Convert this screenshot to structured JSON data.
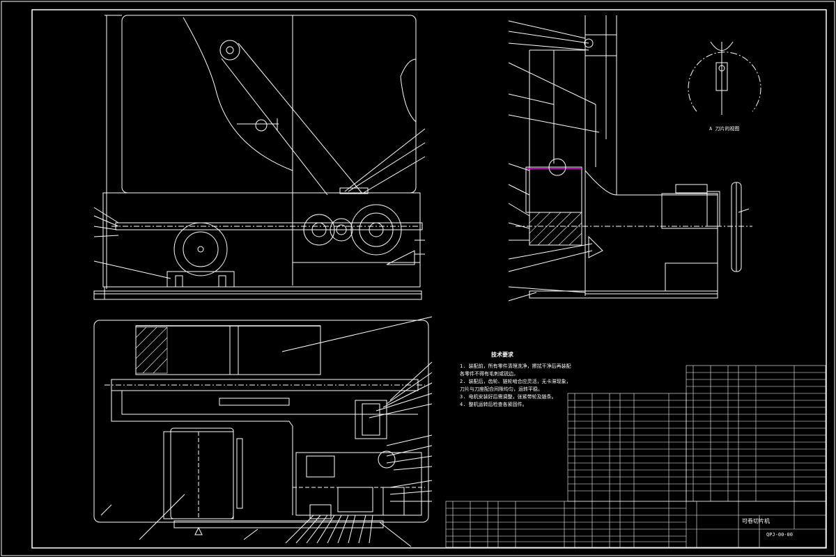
{
  "drawing": {
    "title_block": {
      "drawing_title": "可卷切片机",
      "drawing_number": "QPJ-00-00"
    },
    "detail_view_label": "A 刀片的视图",
    "notes": {
      "heading": "技术要求",
      "lines": [
        "1. 装配前，所有零件清理洗净，擦拭干净后再装配",
        "各零件不得有毛刺或锐边。",
        "2. 装配后，齿轮、链轮啮合应灵活，无卡滞现象，",
        "刀片与刀座配合间隙均匀，运转平稳。",
        "3. 电机安装好后需调整，张紧带轮及链条。",
        "4. 整机运转后检查各紧固件。"
      ]
    },
    "colors": {
      "background": "#000000",
      "lines": "#ffffff",
      "highlight": "#ff00ff"
    }
  }
}
